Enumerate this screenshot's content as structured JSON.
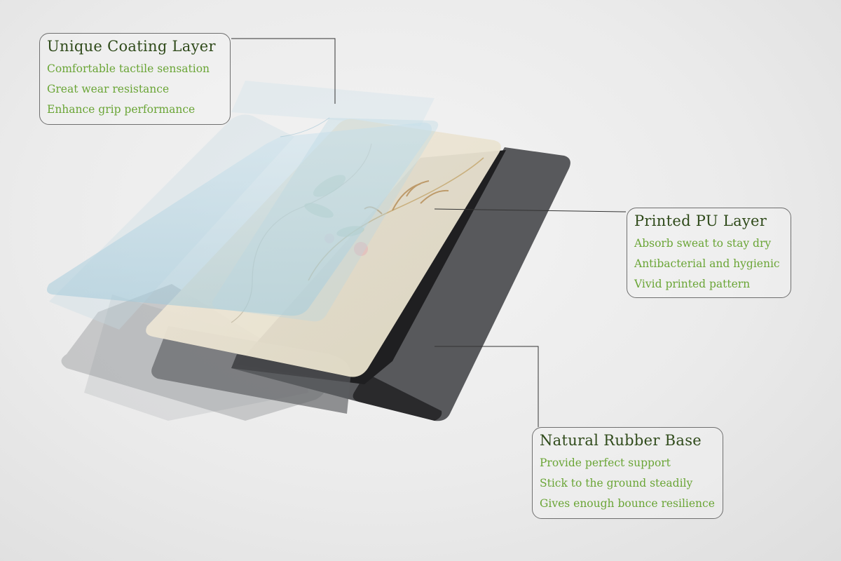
{
  "callouts": {
    "coating": {
      "title": "Unique Coating Layer",
      "features": [
        "Comfortable tactile sensation",
        "Great wear resistance",
        "Enhance grip performance"
      ]
    },
    "printed": {
      "title": "Printed PU Layer",
      "features": [
        "Absorb sweat to stay dry",
        "Antibacterial and hygienic",
        "Vivid printed pattern"
      ]
    },
    "rubber": {
      "title": "Natural Rubber Base",
      "features": [
        "Provide perfect support",
        "Stick to the ground steadily",
        "Gives enough bounce resilience"
      ]
    }
  },
  "colors": {
    "title": "#2f4a1a",
    "feature": "#6aa536",
    "rubber": "#3b3c3e",
    "print_layer": "#e9e2d2",
    "coating_layer": "#a9cfe0"
  }
}
